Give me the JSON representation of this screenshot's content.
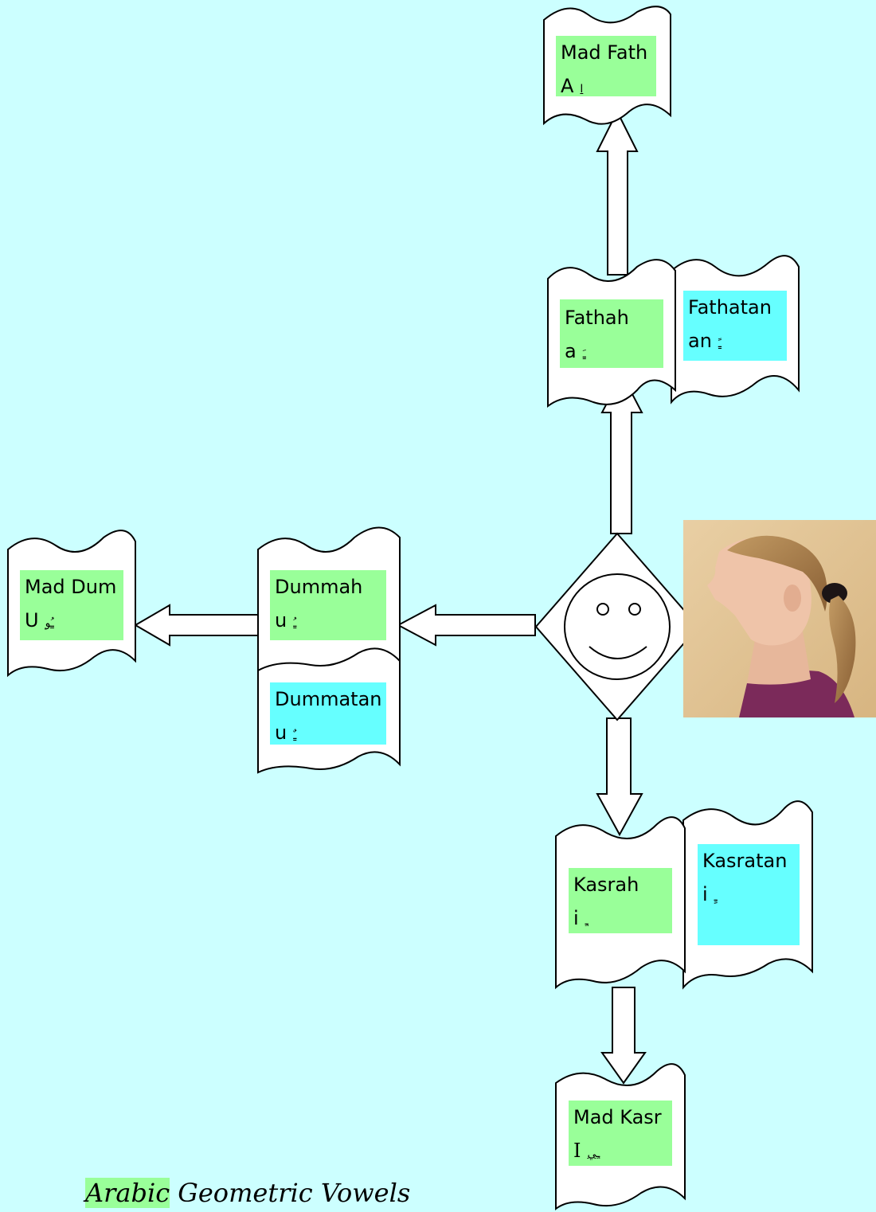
{
  "nodes": {
    "mad_fath": {
      "name": "Mad Fath",
      "translit": "A",
      "mark": "ا"
    },
    "fathah": {
      "name": "Fathah",
      "translit": "a",
      "mark": "ـَ"
    },
    "fathatan": {
      "name": "Fathatan",
      "translit": "an",
      "mark": "ـً"
    },
    "mad_dum": {
      "name": "Mad Dum",
      "translit": "U",
      "mark": "ـُو"
    },
    "dummah": {
      "name": "Dummah",
      "translit": "u",
      "mark": "ـُ"
    },
    "dummatan": {
      "name": "Dummatan",
      "translit": "u",
      "mark": "ـٌ"
    },
    "kasrah": {
      "name": "Kasrah",
      "translit": "i",
      "mark": "ـِ"
    },
    "kasratan": {
      "name": "Kasratan",
      "translit": "i",
      "mark": "ـٍ"
    },
    "mad_kasr": {
      "name": "Mad Kasr",
      "translit": "I",
      "mark": "ـِي"
    }
  },
  "title": {
    "highlight": "Arabic",
    "rest": " Geometric Vowels"
  },
  "colors": {
    "background": "#ccffff",
    "green": "#99ff99",
    "cyan": "#66ffff"
  },
  "central_symbol": "smiley-face",
  "photo": "profile-photo-woman"
}
